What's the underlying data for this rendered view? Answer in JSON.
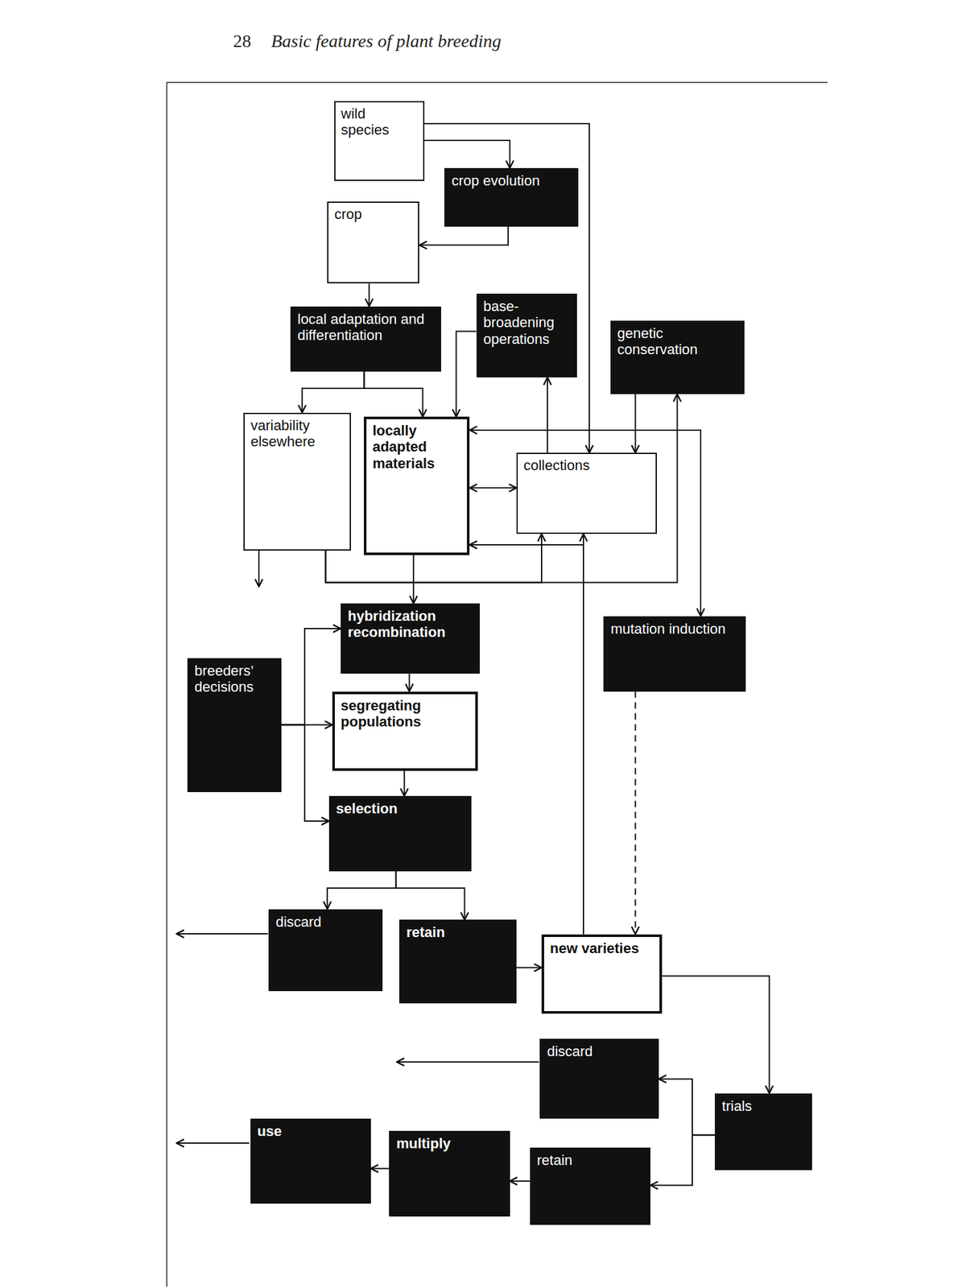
{
  "diagram": {
    "nodes": [
      {
        "text": [
          "wild species"
        ]
      },
      {
        "text": [
          "crop evolution"
        ]
      },
      {
        "text": [
          "crop"
        ]
      },
      {
        "text": [
          "local adaptation and differentiation"
        ]
      },
      {
        "text": [
          "base- broadening operations"
        ]
      },
      {
        "text": [
          "genetic conservation"
        ]
      },
      {
        "text": [
          "variability elsewhere"
        ]
      },
      {
        "text": [
          "locally adapted materials"
        ]
      },
      {
        "text": [
          "collections"
        ]
      },
      {
        "text": [
          "hybridization recombination"
        ]
      },
      {
        "text": [
          "mutation induction"
        ]
      },
      {
        "text": [
          "breeders’ decisions"
        ]
      },
      {
        "text": [
          "segregating populations"
        ]
      },
      {
        "text": [
          "selection"
        ]
      },
      {
        "text": [
          "discard"
        ]
      },
      {
        "text": [
          "retain"
        ]
      },
      {
        "text": [
          "new varieties"
        ]
      },
      {
        "text": [
          "discard"
        ]
      },
      {
        "text": [
          "trials"
        ]
      },
      {
        "text": [
          "use"
        ]
      },
      {
        "text": [
          "multiply"
        ]
      },
      {
        "text": [
          "retain"
        ]
      }
    ],
    "edges": [
      {
        "from": 0,
        "to": 1,
        "arrow": "to"
      },
      {
        "from": 0,
        "to": 8,
        "arrow": "to"
      },
      {
        "from": 1,
        "to": 2,
        "arrow": "to"
      },
      {
        "from": 2,
        "to": 3,
        "arrow": "to"
      },
      {
        "from": 3,
        "to": 6,
        "arrow": "to"
      },
      {
        "from": 3,
        "to": 7,
        "arrow": "to"
      },
      {
        "from": 4,
        "to": 7,
        "arrow": "to"
      },
      {
        "from": 8,
        "to": 4,
        "arrow": "to"
      },
      {
        "from": 5,
        "to": 8,
        "arrow": "to"
      },
      {
        "from": 7,
        "to": 8,
        "arrow": "both"
      },
      {
        "from": 16,
        "to": 7,
        "arrow": "to"
      },
      {
        "from": 16,
        "to": 8,
        "arrow": "to"
      },
      {
        "from": 7,
        "to": 10,
        "arrow": "both"
      },
      {
        "from": 6,
        "to": 8,
        "arrow": "to"
      },
      {
        "from": 6,
        "to": 5,
        "arrow": "to"
      },
      {
        "from": 7,
        "to": 9,
        "arrow": "to"
      },
      {
        "from": 9,
        "to": 12,
        "arrow": "to"
      },
      {
        "from": 11,
        "to": 12,
        "arrow": "to"
      },
      {
        "from": 11,
        "to": 9,
        "arrow": "to"
      },
      {
        "from": 11,
        "to": 13,
        "arrow": "to"
      },
      {
        "from": 12,
        "to": 13,
        "arrow": "to"
      },
      {
        "from": 13,
        "to": 14,
        "arrow": "to"
      },
      {
        "from": 13,
        "to": 15,
        "arrow": "to"
      },
      {
        "from": 15,
        "to": 16,
        "arrow": "to"
      },
      {
        "from": 10,
        "to": 16,
        "arrow": "to"
      },
      {
        "from": 16,
        "to": 18,
        "arrow": "to"
      },
      {
        "from": 18,
        "to": 17,
        "arrow": "to"
      },
      {
        "from": 18,
        "to": 21,
        "arrow": "to"
      },
      {
        "from": 21,
        "to": 20,
        "arrow": "to"
      },
      {
        "from": 20,
        "to": 19,
        "arrow": "to"
      }
    ],
    "labels": [
      "28",
      "Basic features of plant breeding"
    ]
  }
}
